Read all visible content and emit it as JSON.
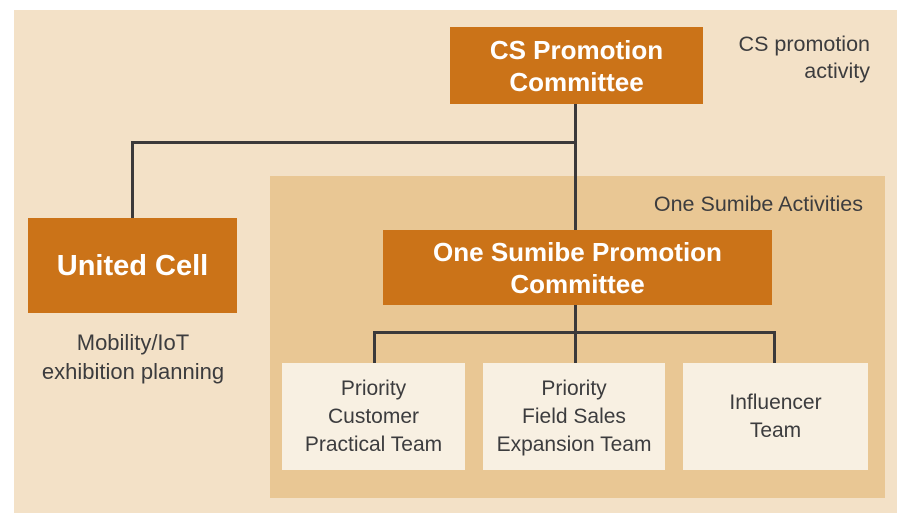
{
  "colors": {
    "page_bg": "#ffffff",
    "diagram_bg": "#f3e1c7",
    "panel_bg": "#e9c794",
    "node_orange": "#cb7318",
    "node_cream": "#f8f0e2",
    "connector": "#3b393a",
    "text_dark": "#3c3c3e",
    "text_light": "#ffffff"
  },
  "nodes": {
    "cs_committee": {
      "label": "CS Promotion\nCommittee"
    },
    "united_cell": {
      "label": "United Cell",
      "caption": "Mobility/IoT\nexhibition planning"
    },
    "one_sumibe_committee": {
      "label": "One Sumibe Promotion\nCommittee"
    },
    "teams": [
      {
        "label": "Priority\nCustomer\nPractical Team"
      },
      {
        "label": "Priority\nField Sales\nExpansion Team"
      },
      {
        "label": "Influencer\nTeam"
      }
    ]
  },
  "annotations": {
    "cs_activity": "CS promotion\nactivity",
    "panel_label": "One Sumibe Activities"
  }
}
